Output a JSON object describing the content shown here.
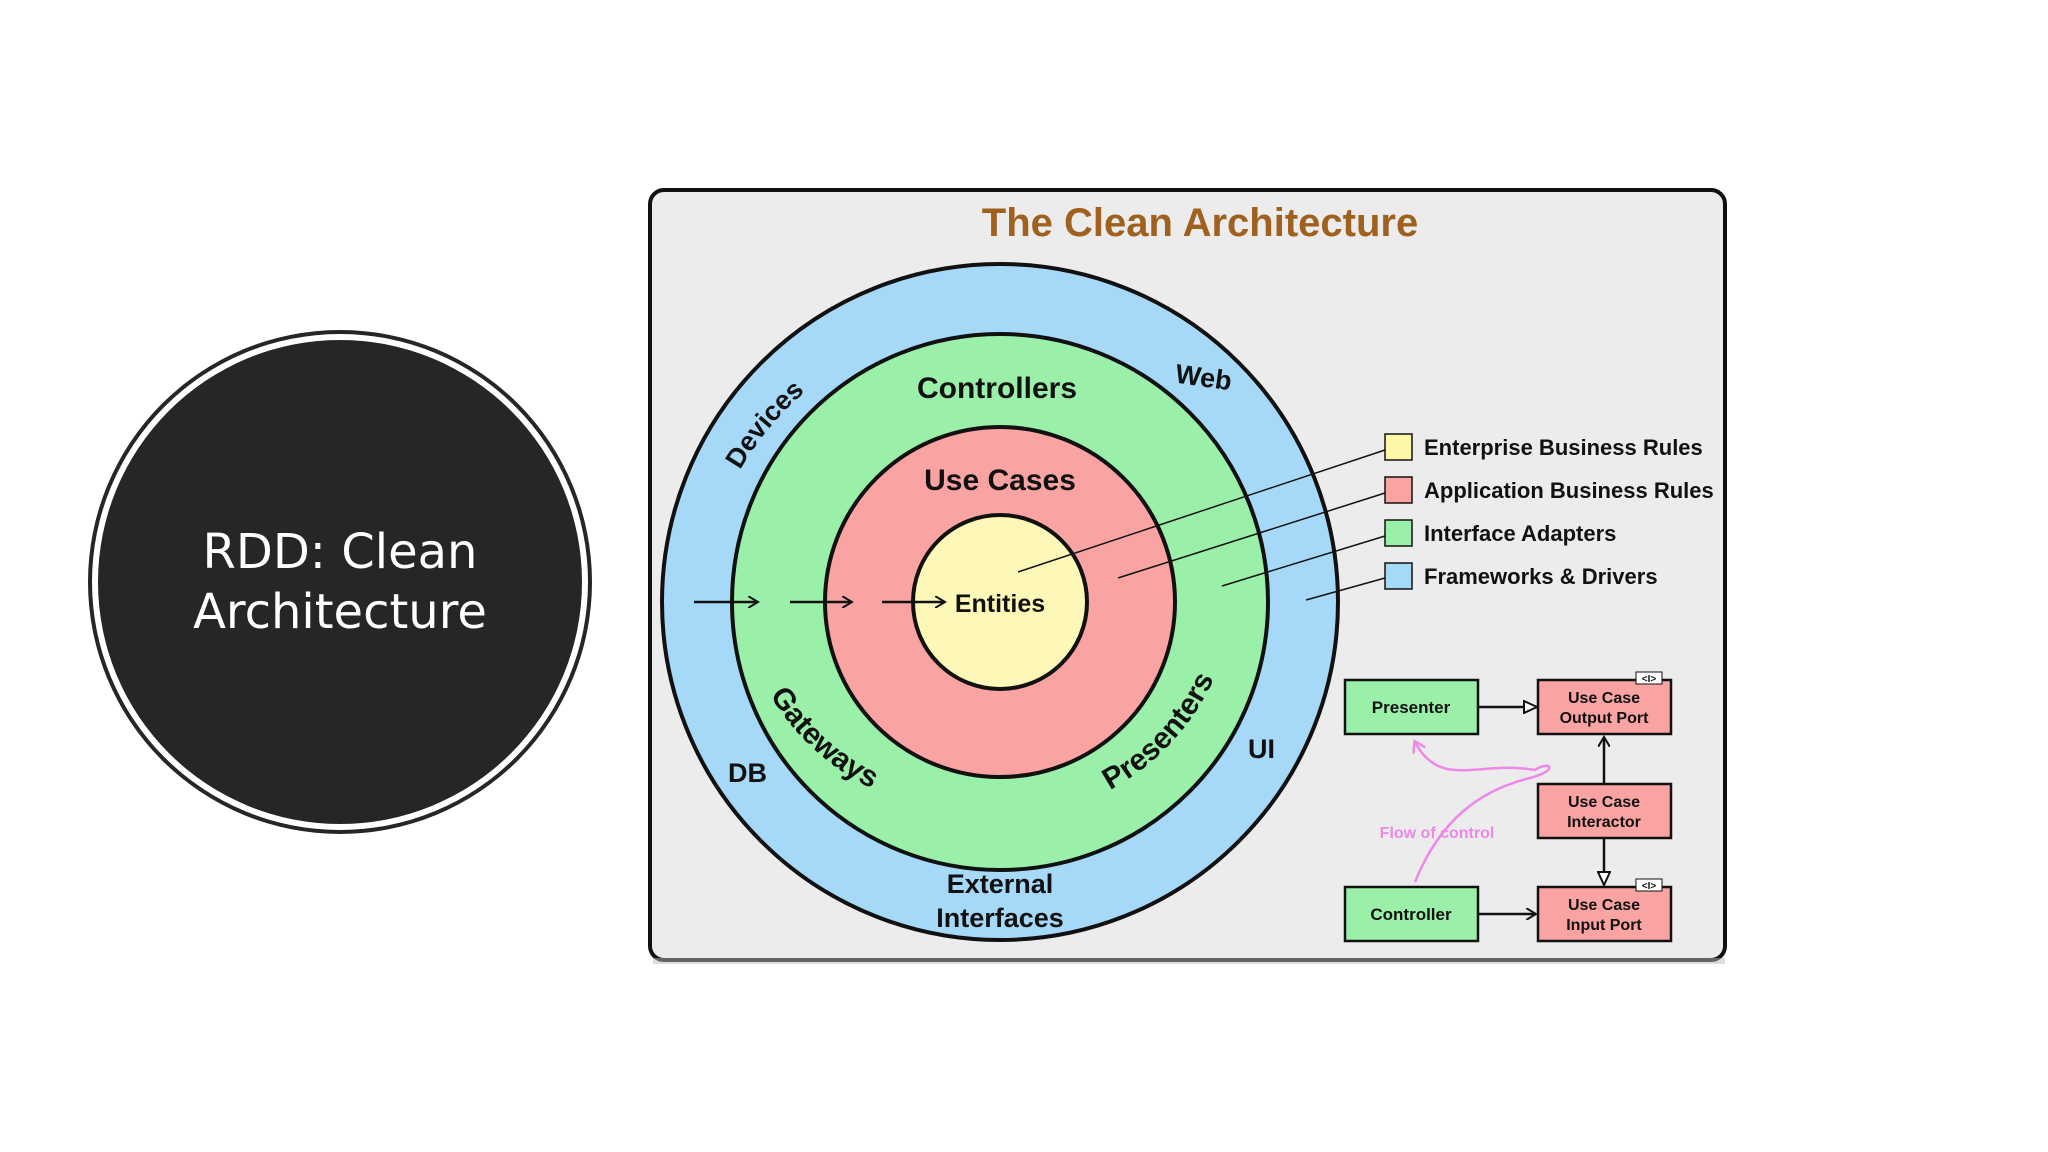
{
  "slide": {
    "title_line1": "RDD: Clean",
    "title_line2": "Architecture"
  },
  "diagram": {
    "title": "The Clean Architecture",
    "rings": {
      "outer_labels": [
        "Devices",
        "Web",
        "DB",
        "UI",
        "External",
        "Interfaces"
      ],
      "adapters_labels": [
        "Controllers",
        "Gateways",
        "Presenters"
      ],
      "usecases_label": "Use Cases",
      "entities_label": "Entities"
    },
    "legend": [
      {
        "label": "Enterprise Business Rules",
        "color": "#fdf8a8"
      },
      {
        "label": "Application Business Rules",
        "color": "#f9a3a3"
      },
      {
        "label": "Interface Adapters",
        "color": "#9bf0a9"
      },
      {
        "label": "Frameworks & Drivers",
        "color": "#a6d8f8"
      }
    ],
    "flow": {
      "presenter": "Presenter",
      "controller": "Controller",
      "output_port_line1": "Use Case",
      "output_port_line2": "Output Port",
      "interactor_line1": "Use Case",
      "interactor_line2": "Interactor",
      "input_port_line1": "Use Case",
      "input_port_line2": "Input Port",
      "port_marker": "<I>",
      "flow_label": "Flow of control"
    },
    "colors": {
      "frameworks": "#a6d8f8",
      "adapters": "#9bf0a9",
      "usecases": "#f9a3a3",
      "entities": "#fdf8b8",
      "title": "#a0601e",
      "flow": "#ee88e8",
      "panel": "#ececec"
    }
  }
}
